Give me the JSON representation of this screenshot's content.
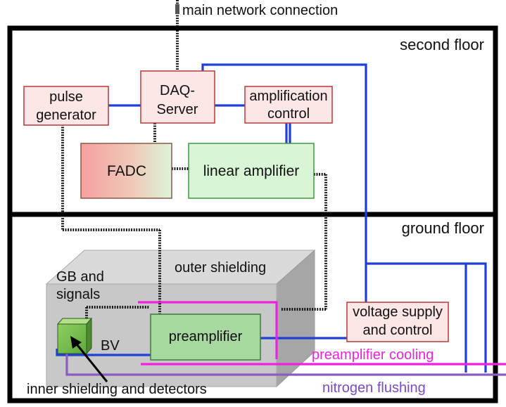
{
  "labels": {
    "main_network": "main network connection",
    "second_floor": "second floor",
    "ground_floor": "ground floor",
    "pulse_generator": [
      "pulse",
      "generator"
    ],
    "daq_server": [
      "DAQ-",
      "Server"
    ],
    "amplification_control": [
      "amplification",
      "control"
    ],
    "fadc": "FADC",
    "linear_amplifier": "linear amplifier",
    "outer_shielding": "outer shielding",
    "gb_signals": [
      "GB and",
      "signals"
    ],
    "preamplifier": "preamplifier",
    "bv": "BV",
    "voltage_supply": [
      "voltage supply",
      "and control"
    ],
    "preamplifier_cooling": "preamplifier cooling",
    "nitrogen_flushing": "nitrogen flushing",
    "inner_shielding": "inner shielding and detectors"
  },
  "colors": {
    "signal_cable": "#0a0a0a",
    "hv_cable": "#1f3fd6",
    "cooling_line": "#ee22dd",
    "nitrogen_line": "#8a5cc6",
    "box_fill": "#fde6e6",
    "box_border": "#b83a3a",
    "green_fill": "#d8f5d6",
    "green_border": "#3f9a3f",
    "shielding_front": "#c8c8c8",
    "detector_green": "#7cc050"
  }
}
